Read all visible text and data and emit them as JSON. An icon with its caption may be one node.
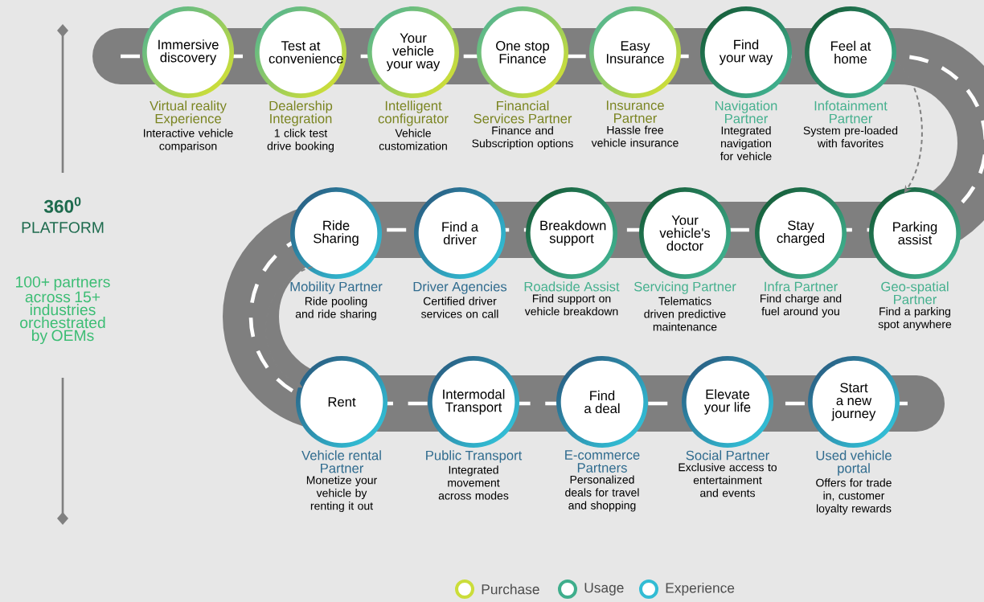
{
  "diagram": {
    "nodes": [
      {
        "text": [
          "Immersive discovery"
        ],
        "beside": [
          "Virtual reality Experience",
          "Interactive vehicle comparison"
        ]
      },
      {
        "text": [
          "Test at convenience"
        ],
        "beside": [
          "Dealership Integration",
          "1 click test drive booking"
        ]
      },
      {
        "text": [
          "Your vehicle your way"
        ],
        "beside": [
          "Intelligent configurator",
          "Vehicle customization"
        ]
      },
      {
        "text": [
          "One stop Finance"
        ],
        "beside": [
          "Financial Services Partner",
          "Finance and Subscription options"
        ]
      },
      {
        "text": [
          "Easy Insurance"
        ],
        "beside": [
          "Insurance Partner",
          "Hassle free vehicle insurance"
        ]
      },
      {
        "text": [
          "Find your way"
        ],
        "beside": [
          "Navigation Partner",
          "Integrated navigation for vehicle"
        ]
      },
      {
        "text": [
          "Feel at home"
        ],
        "beside": [
          "Infotainment Partner",
          "System pre-loaded with favorites"
        ]
      },
      {
        "text": [
          "Ride Sharing"
        ],
        "beside": [
          "Mobility Partner",
          "Ride pooling and ride sharing"
        ]
      },
      {
        "text": [
          "Find a driver"
        ],
        "beside": [
          "Driver Agencies",
          "Certified driver services on call"
        ]
      },
      {
        "text": [
          "Breakdown support"
        ],
        "beside": [
          "Roadside Assist",
          "Find support on vehicle breakdown"
        ]
      },
      {
        "text": [
          "Your vehicle's doctor"
        ],
        "beside": [
          "Servicing Partner",
          "Telematics driven predictive maintenance"
        ]
      },
      {
        "text": [
          "Stay charged"
        ],
        "beside": [
          "Infra Partner",
          "Find charge and fuel around you"
        ]
      },
      {
        "text": [
          "Parking assist"
        ],
        "beside": [
          "Geo-spatial Partner",
          "Find a parking spot anywhere"
        ]
      },
      {
        "text": [
          "Rent"
        ],
        "beside": [
          "Vehicle rental Partner",
          "Monetize your vehicle by renting it out"
        ]
      },
      {
        "text": [
          "Intermodal Transport"
        ],
        "beside": [
          "Public Transport",
          "Integrated movement across modes"
        ]
      },
      {
        "text": [
          "Find a deal"
        ],
        "beside": [
          "E-commerce Partners",
          "Personalized deals for travel and shopping"
        ]
      },
      {
        "text": [
          "Elevate your life"
        ],
        "beside": [
          "Social Partner",
          "Exclusive access to entertainment and events"
        ]
      },
      {
        "text": [
          "Start a new journey"
        ],
        "beside": [
          "Used vehicle portal",
          "Offers for trade in, customer loyalty rewards"
        ]
      }
    ],
    "edges": [
      {
        "from": 6,
        "to": 12,
        "arrow": "to",
        "style": "dashed"
      },
      {
        "from": 7,
        "to": 13,
        "arrow": "to",
        "style": "dashed"
      }
    ],
    "labels": [
      "360$^{0}$",
      "PLATFORM",
      "100+ partners across 15+ industries orchestrated by OEMs"
    ],
    "legend": [
      {
        "text": "Purchase"
      },
      {
        "text": "Usage"
      },
      {
        "text": "Experience"
      }
    ]
  }
}
